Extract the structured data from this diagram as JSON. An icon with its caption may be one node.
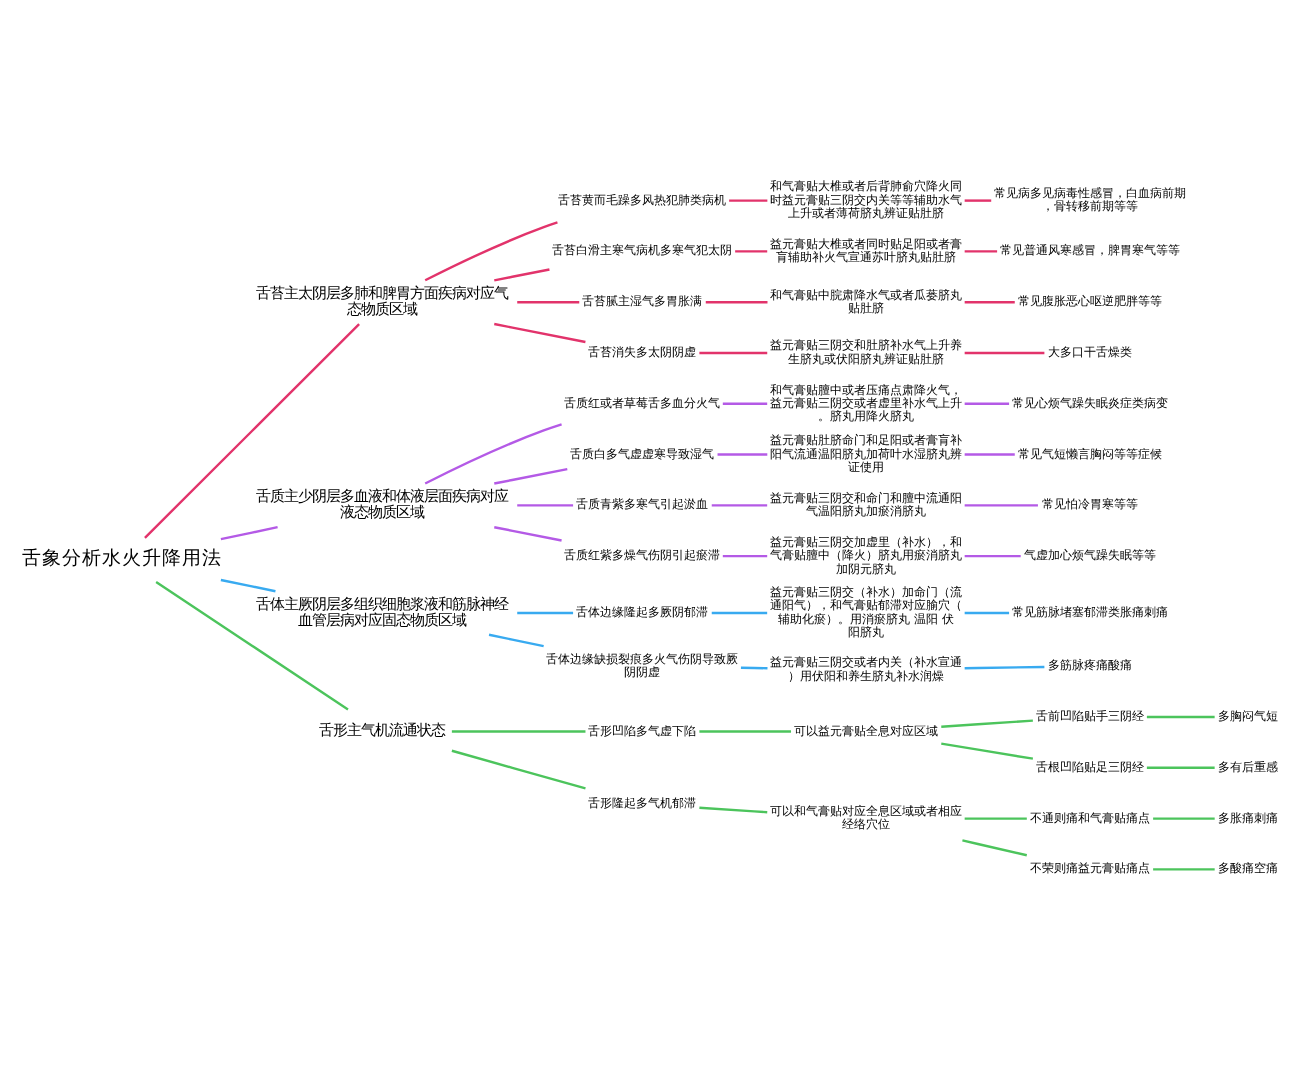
{
  "diagram": {
    "nodes": [
      {
        "text": [
          "舌象分析水火升降用法"
        ]
      },
      {
        "text": [
          "舌苔主太阴层多肺和脾胃方面疾病对应气态物质区域"
        ]
      },
      {
        "text": [
          "舌苔黄而毛躁多风热犯肺类病机"
        ]
      },
      {
        "text": [
          "和气膏贴大椎或者后背肺俞穴降火同时益元膏贴三阴交内关等等辅助水气上升或者薄荷脐丸辨证贴肚脐"
        ]
      },
      {
        "text": [
          "常见病多见病毒性感冒，白血病前期，骨转移前期等等"
        ]
      },
      {
        "text": [
          "舌苔白滑主寒气病机多寒气犯太阴"
        ]
      },
      {
        "text": [
          "益元膏贴大椎或者同时贴足阳或者膏肓辅助补火气宣通苏叶脐丸贴肚脐"
        ]
      },
      {
        "text": [
          "常见普通风寒感冒，脾胃寒气等等"
        ]
      },
      {
        "text": [
          "舌苔腻主湿气多胃胀满"
        ]
      },
      {
        "text": [
          "和气膏贴中脘肃降水气或者瓜蒌脐丸贴肚脐"
        ]
      },
      {
        "text": [
          "常见腹胀恶心呕逆肥胖等等"
        ]
      },
      {
        "text": [
          "舌苔消失多太阴阴虚"
        ]
      },
      {
        "text": [
          "益元膏贴三阴交和肚脐补水气上升养生脐丸或伏阳脐丸辨证贴肚脐"
        ]
      },
      {
        "text": [
          "大多口干舌燥类"
        ]
      },
      {
        "text": [
          "舌质主少阴层多血液和体液层面疾病对应液态物质区域"
        ]
      },
      {
        "text": [
          "舌质红或者草莓舌多血分火气"
        ]
      },
      {
        "text": [
          "和气膏贴膻中或者压痛点肃降火气，益元膏贴三阴交或者虚里补水气上升。脐丸用降火脐丸"
        ]
      },
      {
        "text": [
          "常见心烦气躁失眠炎症类病变"
        ]
      },
      {
        "text": [
          "舌质白多气虚虚寒导致湿气"
        ]
      },
      {
        "text": [
          "益元膏贴肚脐命门和足阳或者膏肓补阳气流通温阳脐丸加荷叶水湿脐丸辨证使用"
        ]
      },
      {
        "text": [
          "常见气短懒言胸闷等等症候"
        ]
      },
      {
        "text": [
          "舌质青紫多寒气引起淤血"
        ]
      },
      {
        "text": [
          "益元膏贴三阴交和命门和膻中流通阳气温阳脐丸加瘀消脐丸"
        ]
      },
      {
        "text": [
          "常见怕冷胃寒等等"
        ]
      },
      {
        "text": [
          "舌质红紫多燥气伤阴引起瘀滞"
        ]
      },
      {
        "text": [
          "益元膏贴三阴交加虚里（补水），和气膏贴膻中（降火）脐丸用瘀消脐丸加阴元脐丸"
        ]
      },
      {
        "text": [
          "气虚加心烦气躁失眠等等"
        ]
      },
      {
        "text": [
          "舌体主厥阴层多组织细胞浆液和筋脉神经血管层病对应固态物质区域"
        ]
      },
      {
        "text": [
          "舌体边缘隆起多厥阴郁滞"
        ]
      },
      {
        "text": [
          "益元膏贴三阴交（补水）加命门（流通阳气），和气膏贴郁滞对应腧穴（辅助化瘀）。用消瘀脐丸 温阳 伏阳脐丸"
        ]
      },
      {
        "text": [
          "常见筋脉堵塞郁滞类胀痛刺痛"
        ]
      },
      {
        "text": [
          "舌体边缘缺损裂痕多火气伤阴导致厥阴阴虚"
        ]
      },
      {
        "text": [
          "益元膏贴三阴交或者内关（补水宣通）用伏阳和养生脐丸补水润燥"
        ]
      },
      {
        "text": [
          "多筋脉疼痛酸痛"
        ]
      },
      {
        "text": [
          "舌形主气机流通状态"
        ]
      },
      {
        "text": [
          "舌形凹陷多气虚下陷"
        ]
      },
      {
        "text": [
          "可以益元膏贴全息对应区域"
        ]
      },
      {
        "text": [
          "舌前凹陷贴手三阴经"
        ]
      },
      {
        "text": [
          "多胸闷气短"
        ]
      },
      {
        "text": [
          "舌根凹陷贴足三阴经"
        ]
      },
      {
        "text": [
          "多有后重感"
        ]
      },
      {
        "text": [
          "舌形隆起多气机郁滞"
        ]
      },
      {
        "text": [
          "可以和气膏贴对应全息区域或者相应经络穴位"
        ]
      },
      {
        "text": [
          "不通则痛和气膏贴痛点"
        ]
      },
      {
        "text": [
          "多胀痛刺痛"
        ]
      },
      {
        "text": [
          "不荣则痛益元膏贴痛点"
        ]
      },
      {
        "text": [
          "多酸痛空痛"
        ]
      }
    ],
    "edges": [
      {
        "from": 0,
        "to": 1,
        "arrow": "none",
        "color": "#e2336b"
      },
      {
        "from": 1,
        "to": 2,
        "arrow": "none",
        "color": "#e2336b"
      },
      {
        "from": 2,
        "to": 3,
        "arrow": "none",
        "color": "#e2336b"
      },
      {
        "from": 3,
        "to": 4,
        "arrow": "none",
        "color": "#e2336b"
      },
      {
        "from": 1,
        "to": 5,
        "arrow": "none",
        "color": "#e2336b"
      },
      {
        "from": 5,
        "to": 6,
        "arrow": "none",
        "color": "#e2336b"
      },
      {
        "from": 6,
        "to": 7,
        "arrow": "none",
        "color": "#e2336b"
      },
      {
        "from": 1,
        "to": 8,
        "arrow": "none",
        "color": "#e2336b"
      },
      {
        "from": 8,
        "to": 9,
        "arrow": "none",
        "color": "#e2336b"
      },
      {
        "from": 9,
        "to": 10,
        "arrow": "none",
        "color": "#e2336b"
      },
      {
        "from": 1,
        "to": 11,
        "arrow": "none",
        "color": "#e2336b"
      },
      {
        "from": 11,
        "to": 12,
        "arrow": "none",
        "color": "#e2336b"
      },
      {
        "from": 12,
        "to": 13,
        "arrow": "none",
        "color": "#e2336b"
      },
      {
        "from": 0,
        "to": 14,
        "arrow": "none",
        "color": "#b45ae6"
      },
      {
        "from": 14,
        "to": 15,
        "arrow": "none",
        "color": "#b45ae6"
      },
      {
        "from": 15,
        "to": 16,
        "arrow": "none",
        "color": "#b45ae6"
      },
      {
        "from": 16,
        "to": 17,
        "arrow": "none",
        "color": "#b45ae6"
      },
      {
        "from": 14,
        "to": 18,
        "arrow": "none",
        "color": "#b45ae6"
      },
      {
        "from": 18,
        "to": 19,
        "arrow": "none",
        "color": "#b45ae6"
      },
      {
        "from": 19,
        "to": 20,
        "arrow": "none",
        "color": "#b45ae6"
      },
      {
        "from": 14,
        "to": 21,
        "arrow": "none",
        "color": "#b45ae6"
      },
      {
        "from": 21,
        "to": 22,
        "arrow": "none",
        "color": "#b45ae6"
      },
      {
        "from": 22,
        "to": 23,
        "arrow": "none",
        "color": "#b45ae6"
      },
      {
        "from": 14,
        "to": 24,
        "arrow": "none",
        "color": "#b45ae6"
      },
      {
        "from": 24,
        "to": 25,
        "arrow": "none",
        "color": "#b45ae6"
      },
      {
        "from": 25,
        "to": 26,
        "arrow": "none",
        "color": "#b45ae6"
      },
      {
        "from": 0,
        "to": 27,
        "arrow": "none",
        "color": "#38aaf0"
      },
      {
        "from": 27,
        "to": 28,
        "arrow": "none",
        "color": "#38aaf0"
      },
      {
        "from": 28,
        "to": 29,
        "arrow": "none",
        "color": "#38aaf0"
      },
      {
        "from": 29,
        "to": 30,
        "arrow": "none",
        "color": "#38aaf0"
      },
      {
        "from": 27,
        "to": 31,
        "arrow": "none",
        "color": "#38aaf0"
      },
      {
        "from": 31,
        "to": 32,
        "arrow": "none",
        "color": "#38aaf0"
      },
      {
        "from": 32,
        "to": 33,
        "arrow": "none",
        "color": "#38aaf0"
      },
      {
        "from": 0,
        "to": 34,
        "arrow": "none",
        "color": "#4cc45c"
      },
      {
        "from": 34,
        "to": 35,
        "arrow": "none",
        "color": "#4cc45c"
      },
      {
        "from": 35,
        "to": 36,
        "arrow": "none",
        "color": "#4cc45c"
      },
      {
        "from": 36,
        "to": 37,
        "arrow": "none",
        "color": "#4cc45c"
      },
      {
        "from": 37,
        "to": 38,
        "arrow": "none",
        "color": "#4cc45c"
      },
      {
        "from": 36,
        "to": 39,
        "arrow": "none",
        "color": "#4cc45c"
      },
      {
        "from": 39,
        "to": 40,
        "arrow": "none",
        "color": "#4cc45c"
      },
      {
        "from": 34,
        "to": 41,
        "arrow": "none",
        "color": "#4cc45c"
      },
      {
        "from": 41,
        "to": 42,
        "arrow": "none",
        "color": "#4cc45c"
      },
      {
        "from": 42,
        "to": 43,
        "arrow": "none",
        "color": "#4cc45c"
      },
      {
        "from": 43,
        "to": 44,
        "arrow": "none",
        "color": "#4cc45c"
      },
      {
        "from": 42,
        "to": 45,
        "arrow": "none",
        "color": "#4cc45c"
      },
      {
        "from": 45,
        "to": 46,
        "arrow": "none",
        "color": "#4cc45c"
      }
    ]
  }
}
